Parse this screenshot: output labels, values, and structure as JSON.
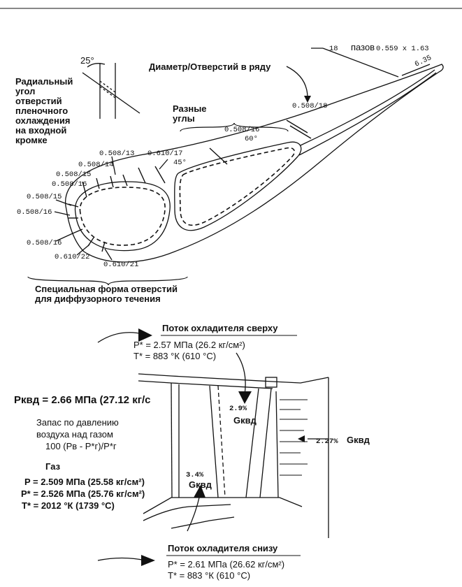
{
  "top_diagram": {
    "angle_25": "25°",
    "radial_angle_label": [
      "Радиальный",
      "угол",
      "отверстий",
      "пленочного",
      "охлаждения",
      "на входной",
      "кромке"
    ],
    "diameter_holes_label": "Диаметр/Отверстий в ряду",
    "slots_count": "18",
    "slots_word": "пазов",
    "slots_size": "0.559 x 1.63",
    "dim_635": "6.35",
    "holes_right": "0.508/18",
    "different_angles": [
      "Разные",
      "углы"
    ],
    "holes_0508_16_top": "0.508/16",
    "angle_60": "60°",
    "holes_0508_13": "0.508/13",
    "holes_0610_17": "0.610/17",
    "angle_45": "45°",
    "holes_0508_14": "0.508/14",
    "holes_0508_15a": "0.508/15",
    "holes_0508_16a": "0.508/16",
    "holes_0508_15b": "0.508/15",
    "holes_0508_16b": "0.508/16",
    "holes_0508_16c": "0.508/16",
    "holes_0610_22": "0.610/22",
    "holes_0610_21": "0.610/21",
    "special_shape": [
      "Специальная форма отверстий",
      "для диффузорного течения"
    ]
  },
  "bottom_diagram": {
    "top_flow_title": "Поток охладителя сверху",
    "top_flow_p": "P* = 2.57 МПа (26.2 кг/см²)",
    "top_flow_t": "T* = 883 °К (610 °С)",
    "p_kvd": "Pквд = 2.66 МПа (27.12 кг/с",
    "margin_label": [
      "Запас по давлению",
      "воздуха над газом",
      "100 (Pв - P*г)/P*г"
    ],
    "gas_title": "Газ",
    "gas_p": "P = 2.509 МПа (25.58 кг/см²)",
    "gas_p_star": "P* = 2.526 МПа (25.76 кг/см²)",
    "gas_t": "T* = 2012 °К (1739 °С)",
    "pct_29": "2.9%",
    "g_kvd_1": "Gквд",
    "pct_227": "2.27%",
    "g_kvd_2": "Gквд",
    "pct_34": "3.4%",
    "g_kvd_3": "Gквд",
    "bottom_flow_title": "Поток охладителя снизу",
    "bottom_flow_p": "P* = 2.61 МПа (26.62 кг/см²)",
    "bottom_flow_t": "T* = 883 °К (610 °С)"
  }
}
